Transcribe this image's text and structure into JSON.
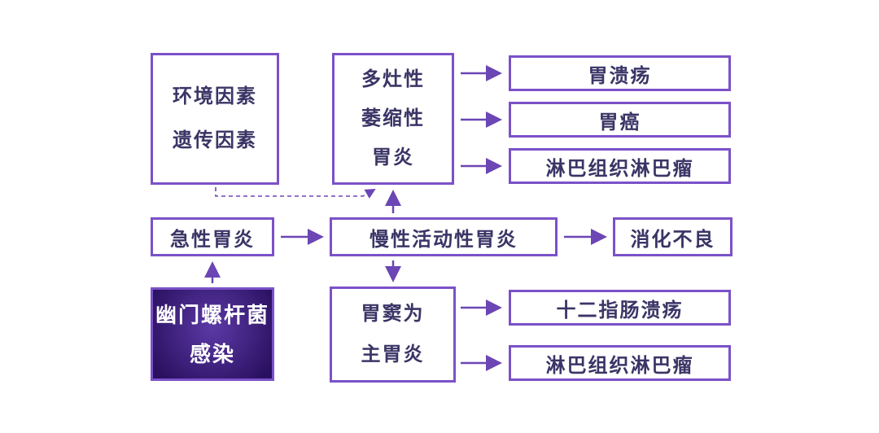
{
  "colors": {
    "border": "#7B51C8",
    "arrow": "#6B46B4",
    "text": "#3A3566",
    "hp_text": "#FFFFFF",
    "hp_bg_outer": "#2A1060",
    "hp_bg_inner": "#5C3AA6",
    "background": "#FFFFFF"
  },
  "nodes": {
    "env_factors": {
      "lines": [
        "环境因素",
        "遗传因素"
      ]
    },
    "multifocal_gastritis": {
      "lines": [
        "多灶性",
        "萎缩性",
        "胃炎"
      ]
    },
    "gastric_ulcer": {
      "label": "胃溃疡"
    },
    "gastric_cancer": {
      "label": "胃癌"
    },
    "malt_lymphoma_top": {
      "label": "淋巴组织淋巴瘤"
    },
    "acute_gastritis": {
      "label": "急性胃炎"
    },
    "chronic_active_gastritis": {
      "label": "慢性活动性胃炎"
    },
    "dyspepsia": {
      "label": "消化不良"
    },
    "hp_infection": {
      "lines": [
        "幽门螺杆菌",
        "感染"
      ]
    },
    "antral_gastritis": {
      "lines": [
        "胃窦为",
        "主胃炎"
      ]
    },
    "duodenal_ulcer": {
      "label": "十二指肠溃疡"
    },
    "malt_lymphoma_bottom": {
      "label": "淋巴组织淋巴瘤"
    }
  }
}
